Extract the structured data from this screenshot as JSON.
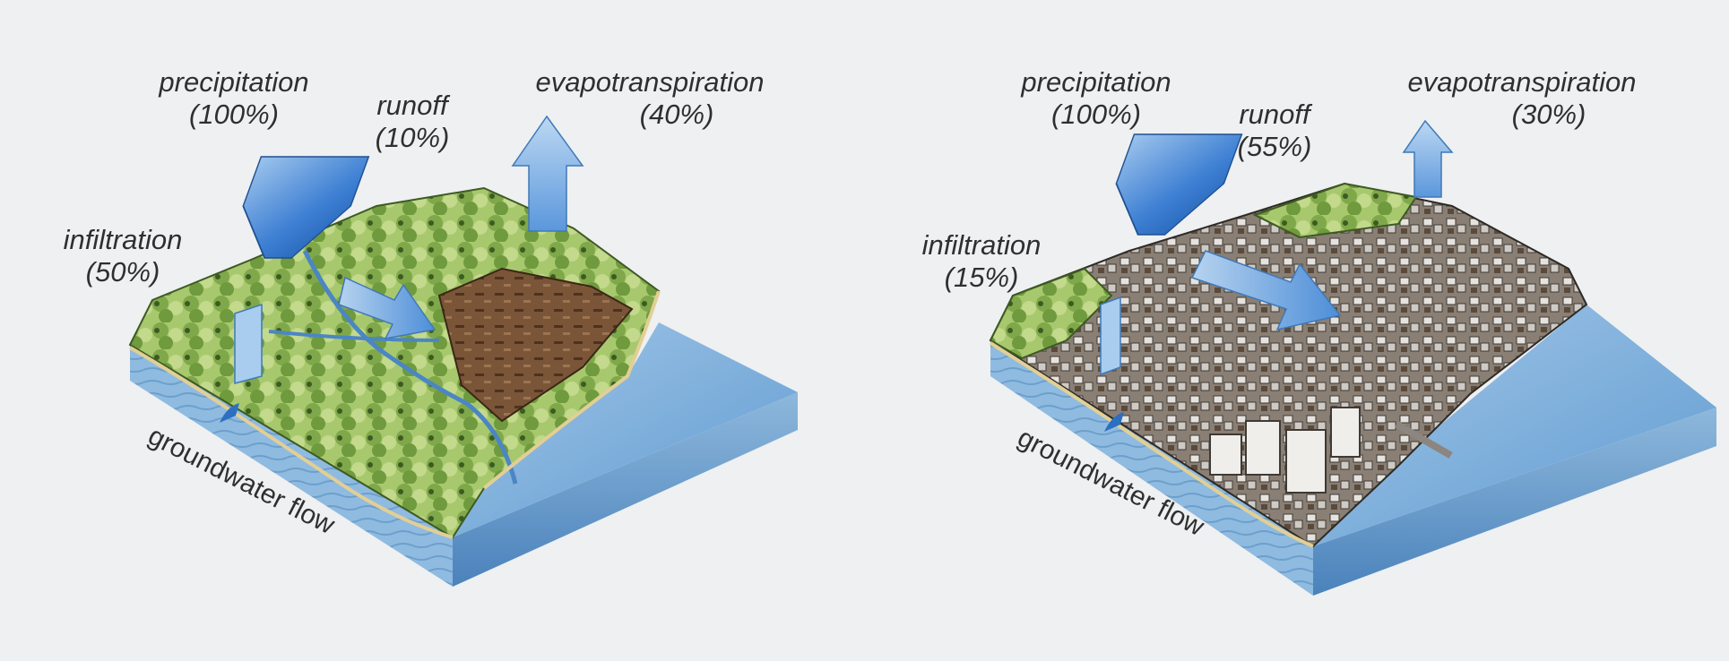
{
  "panels": [
    {
      "precipitation": {
        "label": "precipitation",
        "value": "(100%)"
      },
      "runoff": {
        "label": "runoff",
        "value": "(10%)"
      },
      "evapotranspiration": {
        "label": "evapotranspiration",
        "value": "(40%)"
      },
      "infiltration": {
        "label": "infiltration",
        "value": "(50%)"
      },
      "groundwater_label": "groundwater flow"
    },
    {
      "precipitation": {
        "label": "precipitation",
        "value": "(100%)"
      },
      "runoff": {
        "label": "runoff",
        "value": "(55%)"
      },
      "evapotranspiration": {
        "label": "evapotranspiration",
        "value": "(30%)"
      },
      "infiltration": {
        "label": "infiltration",
        "value": "(15%)"
      },
      "groundwater_label": "groundwater flow"
    }
  ],
  "colors": {
    "background": "#eef0f1",
    "water": "#6fa6d6",
    "arrow_blue": "#3a7fd0",
    "vegetation": "#8fb85a",
    "bare_soil": "#6e4a32",
    "urban": "#c9c6c2"
  }
}
